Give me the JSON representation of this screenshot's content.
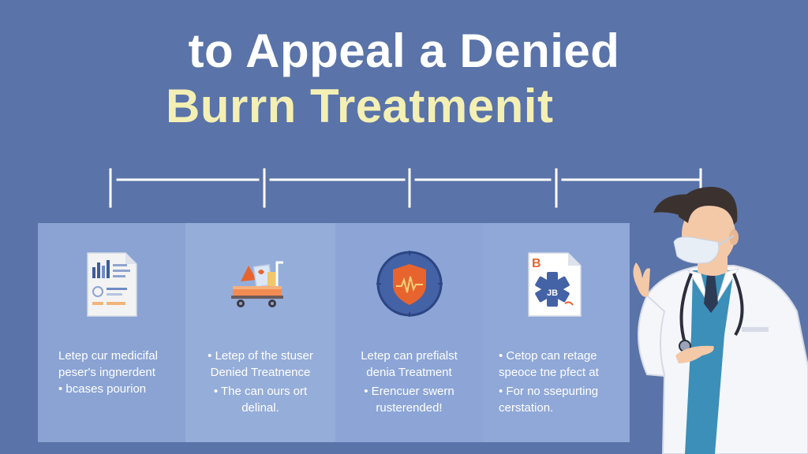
{
  "title": {
    "line1": "to Appeal a Denied",
    "line2": "Burrn Treatmenit"
  },
  "panels": [
    {
      "icon": "document-chart-icon",
      "lines": [
        "Letep cur medicifal",
        "peser's ingnerdent",
        "• bcases pourion"
      ]
    },
    {
      "icon": "supply-cart-icon",
      "lines": [
        "• Letep of the stuser",
        "Denied Treatnence",
        "• The can ours ort",
        "delinal."
      ]
    },
    {
      "icon": "shield-icon",
      "lines": [
        "Letep can prefialst",
        "denia Treatment",
        "• Erencuer swern",
        "rusterended!"
      ]
    },
    {
      "icon": "medical-document-icon",
      "lines": [
        "• Cetop can retage",
        "speoce tne pfect at",
        "• For no ssepurting",
        "cerstation."
      ],
      "icon_text": "JB"
    }
  ],
  "colors": {
    "background": "#5a73a8",
    "title_primary": "#ffffff",
    "title_accent": "#f4f0b4",
    "accent_orange": "#e8642f"
  }
}
